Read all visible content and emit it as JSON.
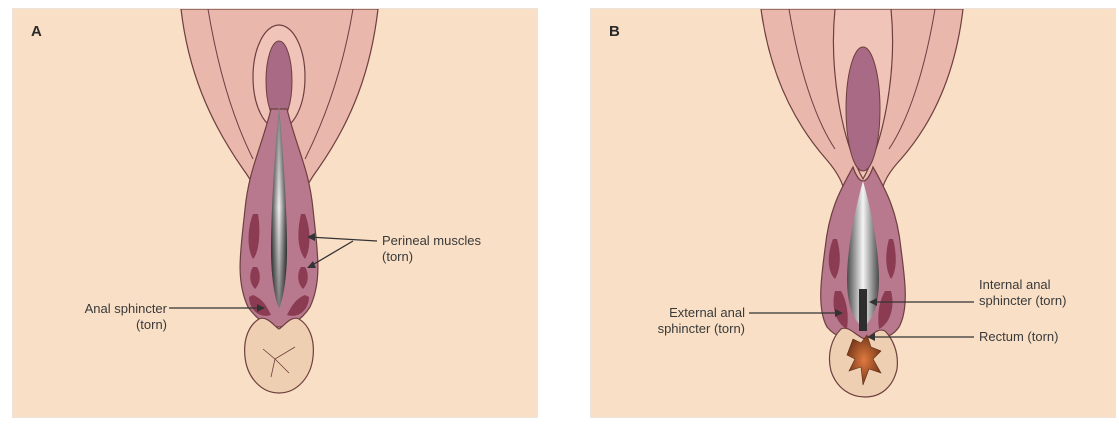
{
  "panel_a": {
    "letter": "A",
    "perineal_muscles_line1": "Perineal muscles",
    "perineal_muscles_line2": "(torn)",
    "anal_sphincter_line1": "Anal sphincter",
    "anal_sphincter_line2": "(torn)"
  },
  "panel_b": {
    "letter": "B",
    "internal_line1": "Internal anal",
    "internal_line2": "sphincter (torn)",
    "external_line1": "External anal",
    "external_line2": "sphincter (torn)",
    "rectum": "Rectum (torn)"
  },
  "colors": {
    "background": "#f8dfc6",
    "labia": "#eab7ad",
    "tissue": "#b8798f",
    "muscle": "#8c3c52",
    "anus": "#efcfb2",
    "tear_dark": "#3a3a3a"
  }
}
